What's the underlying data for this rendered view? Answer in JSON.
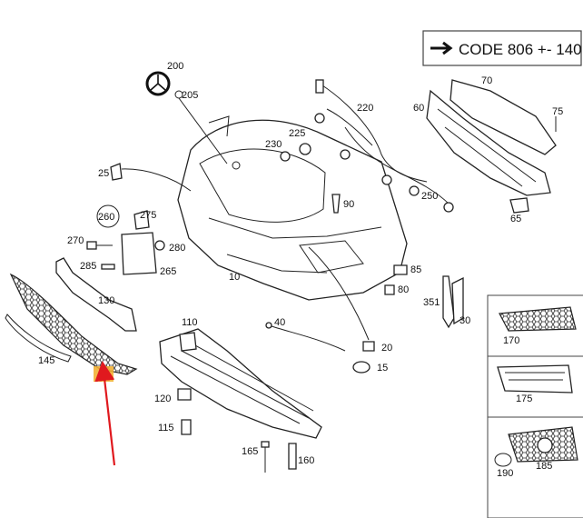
{
  "code_box": {
    "text": "CODE 806 +- 140"
  },
  "callouts": [
    {
      "id": "200",
      "text": "200"
    },
    {
      "id": "205",
      "text": "205"
    },
    {
      "id": "220",
      "text": "220"
    },
    {
      "id": "70",
      "text": "70"
    },
    {
      "id": "60",
      "text": "60"
    },
    {
      "id": "75",
      "text": "75"
    },
    {
      "id": "230",
      "text": "230"
    },
    {
      "id": "225",
      "text": "225"
    },
    {
      "id": "25",
      "text": "25"
    },
    {
      "id": "90",
      "text": "90"
    },
    {
      "id": "250",
      "text": "250"
    },
    {
      "id": "65",
      "text": "65"
    },
    {
      "id": "260",
      "text": "260"
    },
    {
      "id": "275",
      "text": "275"
    },
    {
      "id": "270",
      "text": "270"
    },
    {
      "id": "280",
      "text": "280"
    },
    {
      "id": "285",
      "text": "285"
    },
    {
      "id": "265",
      "text": "265"
    },
    {
      "id": "10",
      "text": "10"
    },
    {
      "id": "85",
      "text": "85"
    },
    {
      "id": "80",
      "text": "80"
    },
    {
      "id": "130",
      "text": "130"
    },
    {
      "id": "351",
      "text": "351"
    },
    {
      "id": "30",
      "text": "30"
    },
    {
      "id": "110",
      "text": "110"
    },
    {
      "id": "40",
      "text": "40"
    },
    {
      "id": "20",
      "text": "20"
    },
    {
      "id": "145",
      "text": "145"
    },
    {
      "id": "15",
      "text": "15"
    },
    {
      "id": "120",
      "text": "120"
    },
    {
      "id": "115",
      "text": "115"
    },
    {
      "id": "165",
      "text": "165"
    },
    {
      "id": "160",
      "text": "160"
    },
    {
      "id": "170",
      "text": "170"
    },
    {
      "id": "175",
      "text": "175"
    },
    {
      "id": "190",
      "text": "190"
    },
    {
      "id": "185",
      "text": "185"
    }
  ],
  "highlight": {
    "color": "#f2b035"
  },
  "arrow": {
    "color": "#e0191e"
  },
  "line_color": "#222222"
}
